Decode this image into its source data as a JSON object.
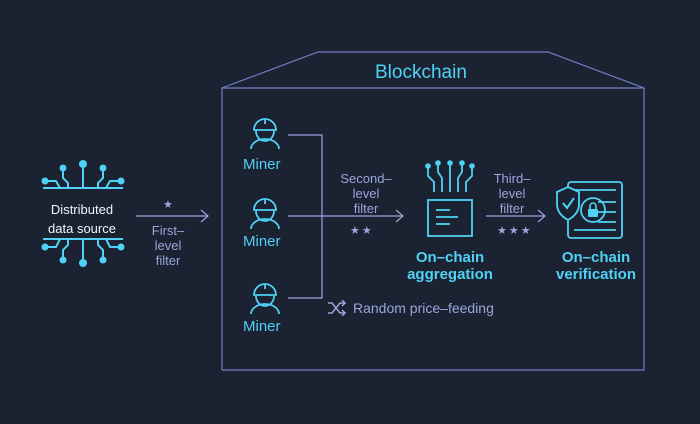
{
  "blockchain_title": "Blockchain",
  "source": {
    "line1": "Distributed",
    "line2": "data source"
  },
  "first_filter": {
    "line1": "First–",
    "line2": "level",
    "line3": "filter",
    "stars": "★"
  },
  "miners": [
    "Miner",
    "Miner",
    "Miner"
  ],
  "second_filter": {
    "line1": "Second–",
    "line2": "level",
    "line3": "filter",
    "stars": "★★"
  },
  "third_filter": {
    "line1": "Third–",
    "line2": "level",
    "line3": "filter",
    "stars": "★★★"
  },
  "aggregation": {
    "line1": "On–chain",
    "line2": "aggregation"
  },
  "verification": {
    "line1": "On–chain",
    "line2": "verification"
  },
  "random_feed": {
    "label": "Random price–feeding",
    "icon": "shuffle-icon"
  },
  "colors": {
    "background": "#1b2231",
    "accent": "#4fd2f5",
    "secondary": "#9aa5dc"
  }
}
